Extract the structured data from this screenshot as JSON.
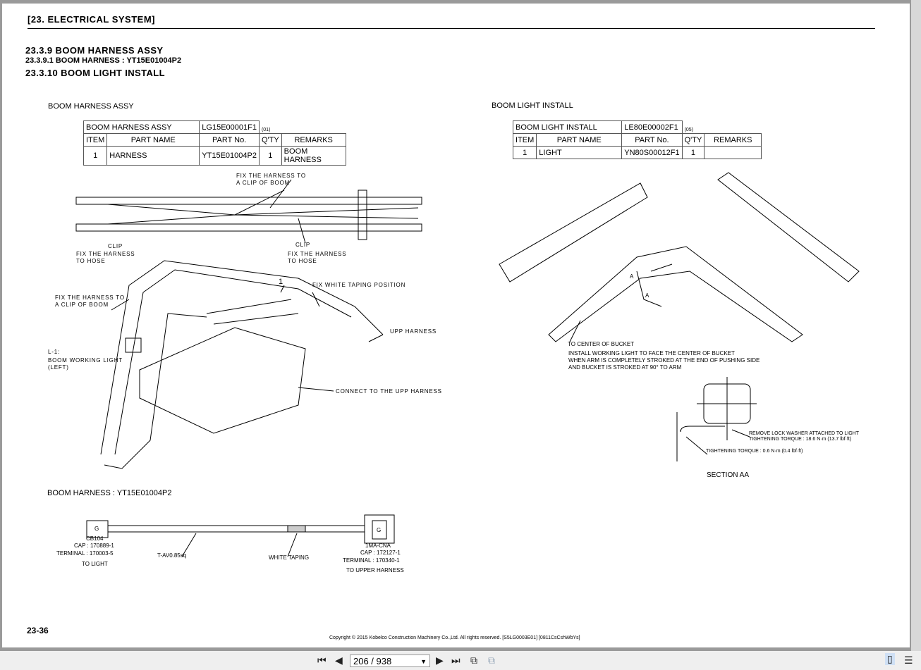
{
  "header": {
    "section": "[23.  ELECTRICAL  SYSTEM]"
  },
  "headings": {
    "h1": "23.3.9     BOOM  HARNESS  ASSY",
    "h2": "23.3.9.1 BOOM  HARNESS  :  YT15E01004P2",
    "h3": "23.3.10    BOOM  LIGHT  INSTALL"
  },
  "left": {
    "title": "BOOM HARNESS ASSY",
    "table": {
      "assy_name": "BOOM HARNESS ASSY",
      "assy_no": "LG15E00001F1",
      "rev": "(01)",
      "headers": [
        "ITEM",
        "PART NAME",
        "PART No.",
        "Q'TY",
        "REMARKS"
      ],
      "rows": [
        [
          "1",
          "HARNESS",
          "YT15E01004P2",
          "1",
          "BOOM HARNESS"
        ]
      ]
    },
    "notes": {
      "fix_clip_top": "FIX THE HARNESS TO",
      "fix_clip_top2": "A CLIP OF BOOM",
      "clip1": "CLIP",
      "fix_hose1": "FIX THE HARNESS",
      "fix_hose1b": "TO HOSE",
      "clip2": "CLIP",
      "fix_hose2": "FIX THE HARNESS",
      "fix_hose2b": "TO HOSE",
      "item1": "1",
      "white_taping_pos": "FIX WHITE TAPING POSITION",
      "fix_clip_mid": "FIX THE HARNESS TO",
      "fix_clip_mid2": "A CLIP OF BOOM",
      "upp_harness": "UPP HARNESS",
      "l1": "L-1:",
      "l1b": "BOOM WORKING LIGHT",
      "l1c": "(LEFT)",
      "connect": "CONNECT TO THE UPP HARNESS"
    },
    "harness": {
      "title": "BOOM HARNESS : YT15E01004P2",
      "left_conn": {
        "label": "G",
        "name": "CB104",
        "cap": "CAP : 170889-1",
        "terminal": "TERMINAL : 170003-5",
        "to": "TO LIGHT"
      },
      "wire": "T-AV0.85sq",
      "taping": "WHITE TAPING",
      "right_conn": {
        "label": "G",
        "name": "1MA-CNA",
        "cap": "CAP : 172127-1",
        "terminal": "TERMINAL : 170340-1",
        "to": "TO UPPER HARNESS"
      }
    }
  },
  "right": {
    "title": "BOOM LIGHT INSTALL",
    "table": {
      "assy_name": "BOOM LIGHT INSTALL",
      "assy_no": "LE80E00002F1",
      "rev": "(05)",
      "headers": [
        "ITEM",
        "PART NAME",
        "PART No.",
        "Q'TY",
        "REMARKS"
      ],
      "rows": [
        [
          "1",
          "LIGHT",
          "YN80S00012F1",
          "1",
          ""
        ]
      ]
    },
    "notes": {
      "a1": "A",
      "a2": "A",
      "center": "TO CENTER OF BUCKET",
      "install1": "INSTALL WORKING LIGHT TO FACE THE CENTER OF BUCKET",
      "install2": "WHEN ARM IS COMPLETELY STROKED AT THE END OF PUSHING SIDE",
      "install3": "AND BUCKET IS STROKED AT 90°  TO ARM",
      "washer": "REMOVE LOCK WASHER ATTACHED TO LIGHT",
      "torque1": "TIGHTENING TORQUE : 18.6 N·m (13.7 lbf·ft)",
      "torque2": "TIGHTENING TORQUE : 0.6 N·m (0.4 lbf·ft)",
      "section": "SECTION AA"
    }
  },
  "footer": {
    "page": "23-36",
    "copyright": "Copyright © 2015 Kobelco Construction Machinery Co.,Ltd. All rights reserved. [S5LG0003E01] [0811CsCshWbYs]"
  },
  "viewer": {
    "page_indicator": "206 / 938"
  }
}
